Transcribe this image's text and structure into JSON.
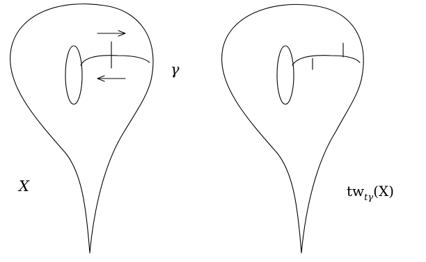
{
  "labels": {
    "surface_left": "X",
    "curve": "γ",
    "twist_prefix": "tw",
    "twist_sub": "tγ",
    "twist_arg": "(X)"
  }
}
